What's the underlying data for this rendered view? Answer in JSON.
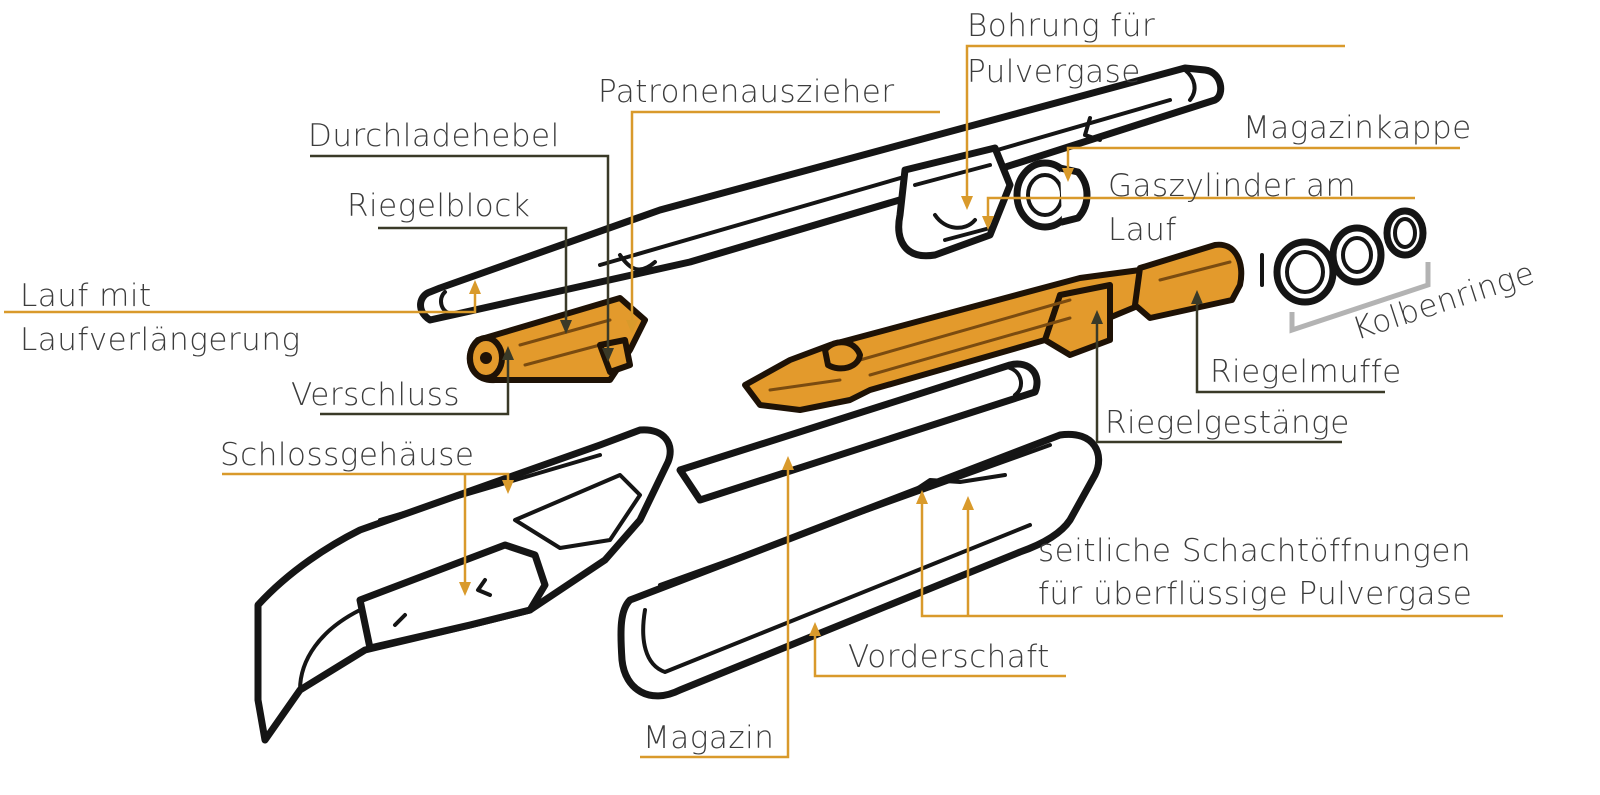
{
  "colors": {
    "accent_gold": "#d99a2b",
    "label_text": "#3c3c3c",
    "dark_line": "#3a3a28",
    "outline": "#151515",
    "group_bar": "#b3b3b3"
  },
  "labels": {
    "bohrung_line1": "Bohrung für",
    "bohrung_line2": "Pulvergase",
    "patronenauszieher": "Patronenauszieher",
    "magazinkappe": "Magazinkappe",
    "durchladehebel": "Durchladehebel",
    "gaszylinder_line1": "Gaszylinder am",
    "gaszylinder_line2": "Lauf",
    "riegelblock": "Riegelblock",
    "lauf_line1": "Lauf mit",
    "lauf_line2": "Laufverlängerung",
    "kolbenringe": "Kolbenringe",
    "riegelmuffe": "Riegelmuffe",
    "verschluss": "Verschluss",
    "riegelgestaenge": "Riegelgestänge",
    "schlossgehaeuse": "Schlossgehäuse",
    "seitliche_line1": "seitliche Schachtöffnungen",
    "seitliche_line2": "für überflüssige Pulvergase",
    "vorderschaft": "Vorderschaft",
    "magazin": "Magazin"
  }
}
